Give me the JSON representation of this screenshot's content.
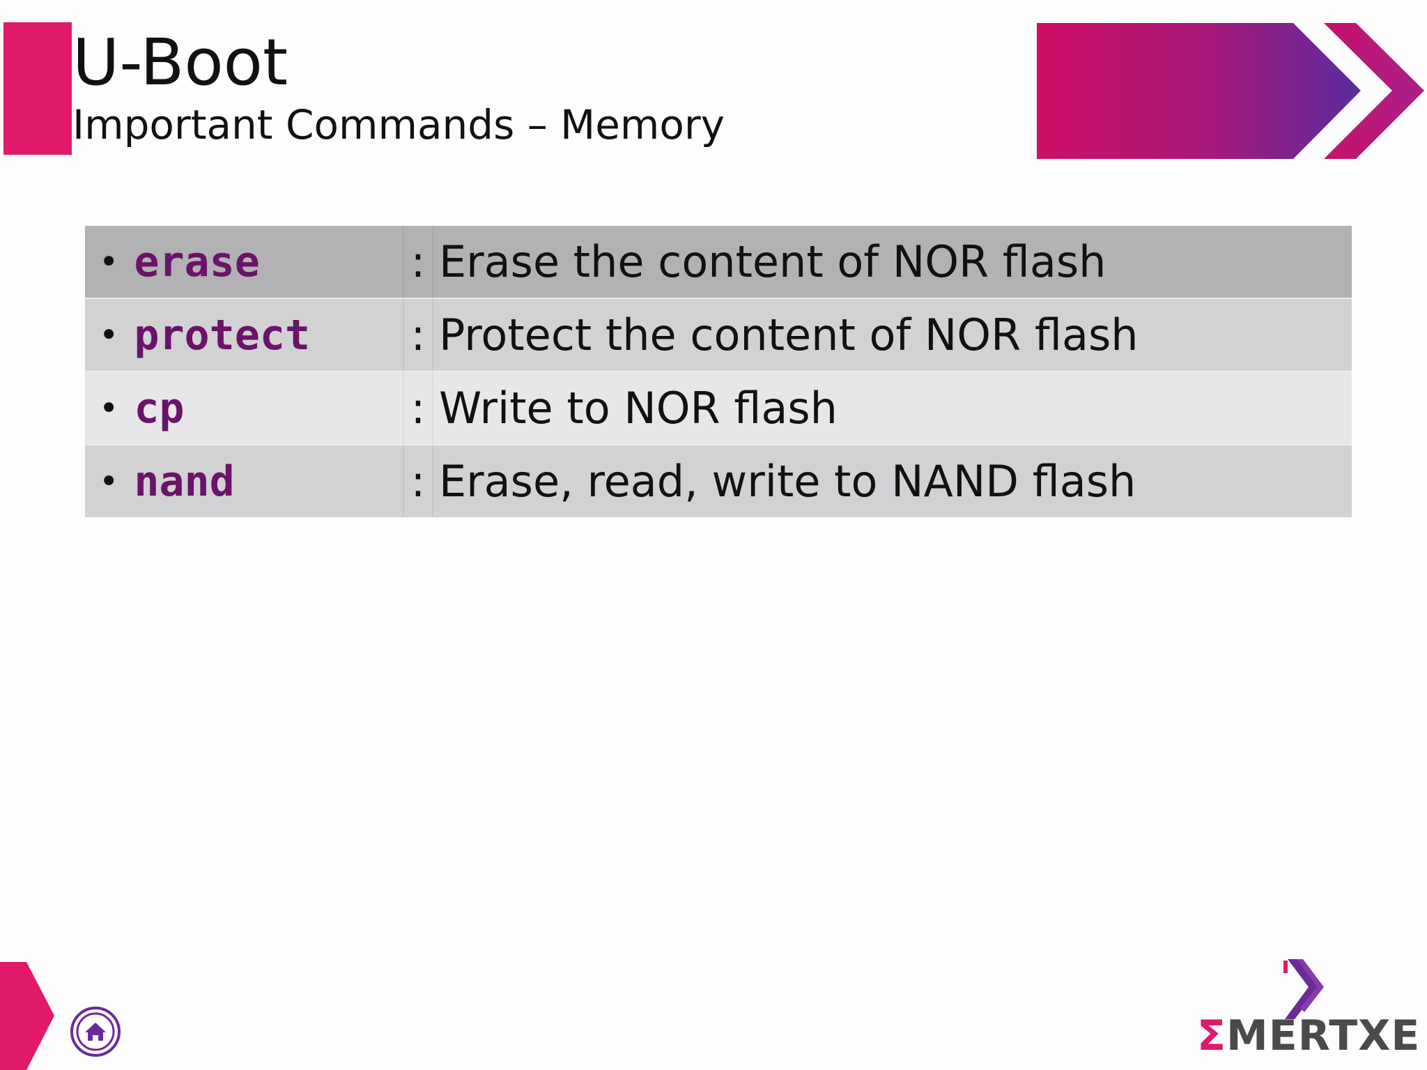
{
  "slide": {
    "title": "U-Boot",
    "subtitle": "Important Commands – Memory"
  },
  "commands": [
    {
      "bullet": "•",
      "name": "erase",
      "separator": ":",
      "description": "Erase the content of NOR flash"
    },
    {
      "bullet": "•",
      "name": "protect",
      "separator": ":",
      "description": "Protect the content of NOR flash"
    },
    {
      "bullet": "•",
      "name": "cp",
      "separator": ":",
      "description": "Write to NOR flash"
    },
    {
      "bullet": "•",
      "name": "nand",
      "separator": ":",
      "description": "Erase, read, write to NAND flash"
    }
  ],
  "logo": {
    "sigma": "Σ",
    "text": "MERTXE"
  },
  "icons": {
    "home": "home-icon",
    "banner": "chevron-banner-icon",
    "nav": "nav-arrow-icon"
  },
  "colors": {
    "accent": "#e0196a",
    "purple": "#6a1368",
    "banner_start": "#d1126a",
    "banner_end": "#6a2a9a"
  }
}
